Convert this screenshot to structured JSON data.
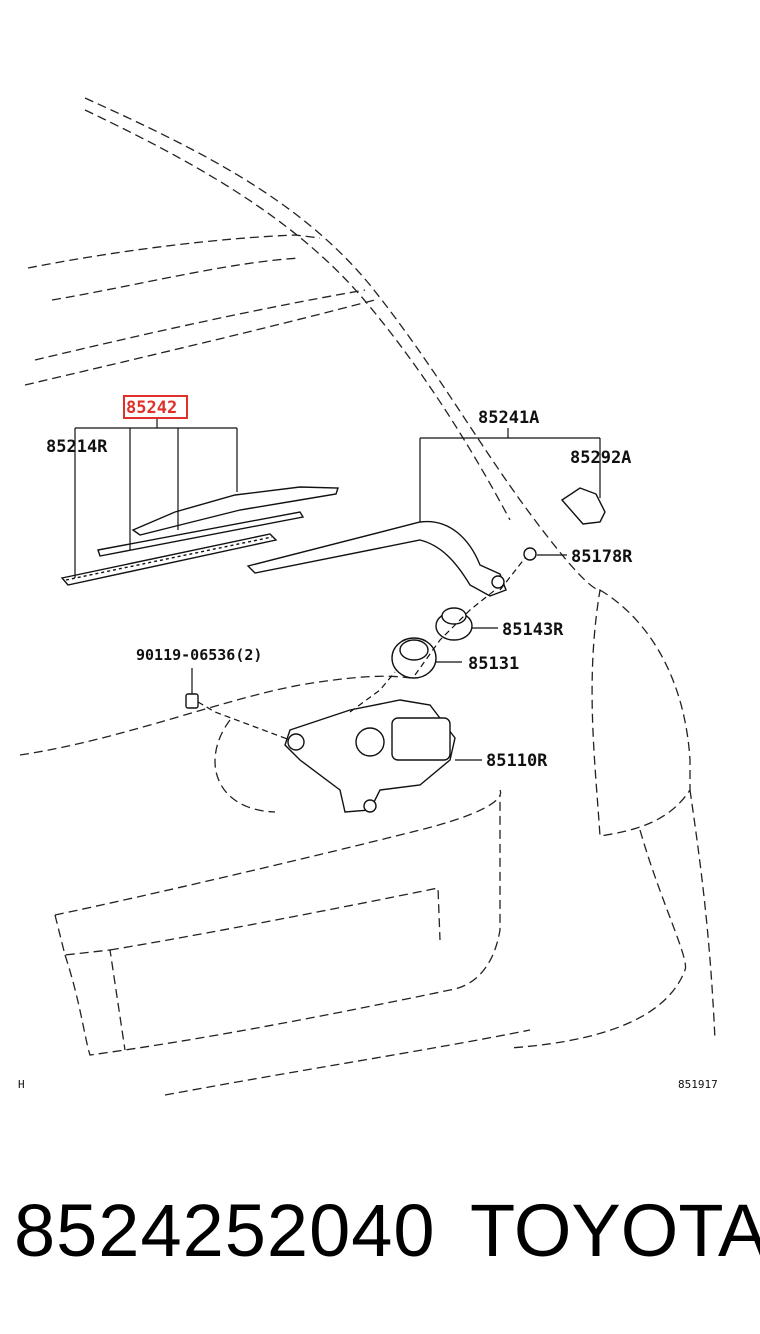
{
  "diagram": {
    "callouts": {
      "highlighted": "85242",
      "blade": "85214R",
      "arm": "85241A",
      "cap": "85292A",
      "nut": "85178R",
      "cushion": "85143R",
      "pivot": "85131",
      "bolt": "90119-06536(2)",
      "motor": "85110R"
    },
    "corner_left": "H",
    "corner_right": "851917",
    "highlight_color": "#e0302a"
  },
  "footer": {
    "part_number": "8524252040",
    "brand": "TOYOTA"
  }
}
